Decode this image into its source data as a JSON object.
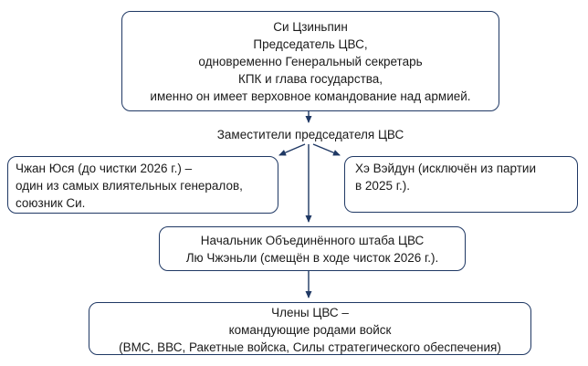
{
  "colors": {
    "border": "#1F3864",
    "arrow": "#1F3864",
    "text": "#1a1a1a",
    "background": "#ffffff"
  },
  "nodes": {
    "chairman": {
      "text": "Си Цзиньпин\nПредседатель ЦВС,\nодновременно Генеральный секретарь\nКПК и глава государства,\nименно он имеет верховное командование над армией."
    },
    "deputies_label": {
      "text": "Заместители председателя ЦВС"
    },
    "zhang": {
      "text": "Чжан Юся (до чистки 2026 г.) –\nодин из самых влиятельных генералов,\nсоюзник Си."
    },
    "he": {
      "text": "Хэ Вэйдун (исключён из партии\nв 2025 г.)."
    },
    "joint_staff": {
      "text": "Начальник Объединённого штаба ЦВС\nЛю Чжэньли (смещён в ходе чисток 2026 г.)."
    },
    "members": {
      "text": "Члены ЦВС –\nкомандующие родами войск\n(ВМС, ВВС, Ракетные войска, Силы стратегического обеспечения)"
    }
  }
}
